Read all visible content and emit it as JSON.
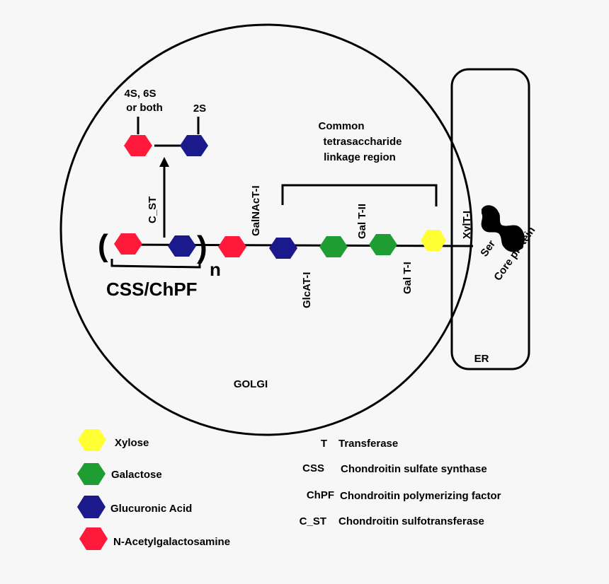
{
  "colors": {
    "xylose": "#ffff33",
    "galactose": "#1e9e32",
    "glucuronic_acid": "#1a1a8c",
    "n_acetylgalactosamine": "#ff1a3c",
    "background": "#f7f7f7"
  },
  "labels": {
    "sulfation_left": [
      "4S, 6S",
      "or both"
    ],
    "sulfation_right": "2S",
    "linkage_region": [
      "Common",
      "tetrasaccharide",
      "linkage region"
    ],
    "c_st_arrow": "C_ST",
    "paren_open": "(",
    "paren_close": ")",
    "repeat_n": "n",
    "css_chpf": "CSS/ChPF",
    "galnact": "GalNAcT-I",
    "glcat": "GlcAT-I",
    "galt2": "Gal T-II",
    "galt1": "Gal T-I",
    "xylt": "XylT-I",
    "ser": "Ser",
    "core_protein": "Core protein",
    "golgi": "GOLGI",
    "er": "ER"
  },
  "legend": [
    {
      "sugar": "xylose",
      "label": "Xylose"
    },
    {
      "sugar": "galactose",
      "label": "Galactose"
    },
    {
      "sugar": "glucuronic_acid",
      "label": "Glucuronic Acid"
    },
    {
      "sugar": "n_acetylgalactosamine",
      "label": "N-Acetylgalactosamine"
    }
  ],
  "abbreviations": [
    {
      "abbr": "T",
      "meaning": "Transferase"
    },
    {
      "abbr": "CSS",
      "meaning": "Chondroitin sulfate synthase"
    },
    {
      "abbr": "ChPF",
      "meaning": "Chondroitin polymerizing factor"
    },
    {
      "abbr": "C_ST",
      "meaning": "Chondroitin sulfotransferase"
    }
  ]
}
